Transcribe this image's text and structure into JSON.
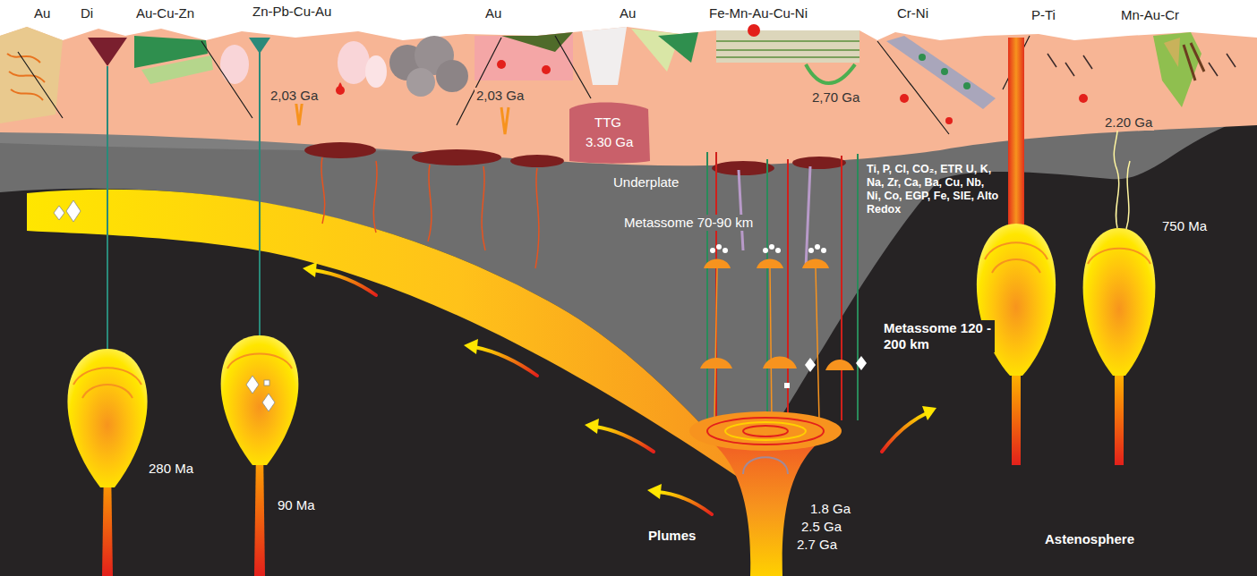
{
  "diagram": {
    "labels": [
      "Au",
      "Di",
      "Au-Cu-Zn",
      "Zn-Pb-Cu-Au",
      "Au",
      "Au",
      "Fe-Mn-Au-Cu-Ni",
      "Cr-Ni",
      "P-Ti",
      "Mn-Au-Cr",
      "2,03 Ga",
      "2,03 Ga",
      "TTG",
      "3.30 Ga",
      "2,70 Ga",
      "2.20 Ga",
      "Underplate",
      "Metassome 70-90 km",
      "Ti, P, Cl, CO₂, ETR U, K, Na, Zr, Ca, Ba, Cu, Nb, Ni, Co, EGP, Fe, SIE, Alto Redox",
      "750 Ma",
      "Metassome 120 - 200 km",
      "280 Ma",
      "90 Ma",
      "1.8 Ga",
      "2.5 Ga",
      "2.7 Ga",
      "Plumes",
      "Astenosphere"
    ]
  }
}
